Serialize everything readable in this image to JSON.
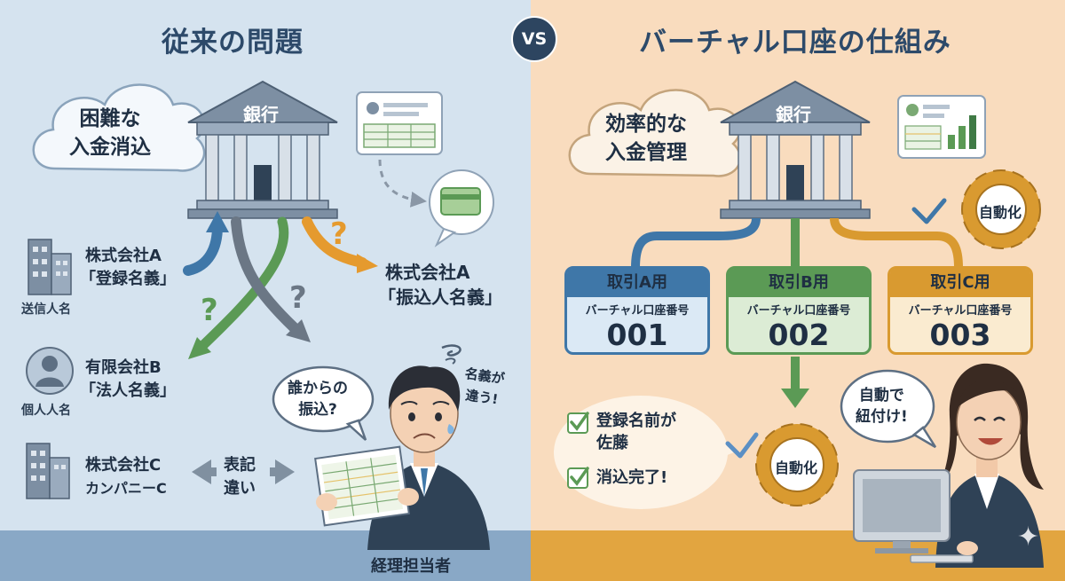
{
  "left": {
    "title": "従来の問題",
    "cloud_text": "困難な\n入金消込",
    "bank_label": "銀行",
    "sender_a_company": "株式会社A",
    "sender_a_name": "「登録名義」",
    "sender_a_caption": "送信人名",
    "target_company": "株式会社A",
    "target_name": "「振込人名義」",
    "sender_b_company": "有限会社B",
    "sender_b_name": "「法人名義」",
    "sender_b_caption": "個人人名",
    "sender_c_company": "株式会社C",
    "sender_c_name": "カンパニーC",
    "notation_label": "表記\n違い",
    "question_mark": "?",
    "bubble_text": "誰からの\n振込?",
    "thought_text": "名義が\n違う!",
    "person_label": "経理担当者"
  },
  "vs_label": "VS",
  "right": {
    "title": "バーチャル口座の仕組み",
    "cloud_text": "効率的な\n入金管理",
    "bank_label": "銀行",
    "gear_top_label": "自動化",
    "accounts": [
      {
        "title": "取引A用",
        "subtitle": "バーチャル口座番号",
        "number": "001",
        "color": "#3f77a8",
        "bg": "#dbe9f5"
      },
      {
        "title": "取引B用",
        "subtitle": "バーチャル口座番号",
        "number": "002",
        "color": "#5b9a55",
        "bg": "#dcecd5"
      },
      {
        "title": "取引C用",
        "subtitle": "バーチャル口座番号",
        "number": "003",
        "color": "#d99a30",
        "bg": "#faebd0"
      }
    ],
    "result_1": "登録名前が\n佐藤",
    "result_2": "消込完了!",
    "gear_bottom_label": "自動化",
    "bubble_text": "自動で\n紐付け!"
  },
  "colors": {
    "left_bg": "#d5e3ef",
    "right_bg": "#f9dcbe",
    "blue": "#3f77a8",
    "green": "#5b9a55",
    "orange": "#e59a2e",
    "navy": "#2d4560"
  }
}
